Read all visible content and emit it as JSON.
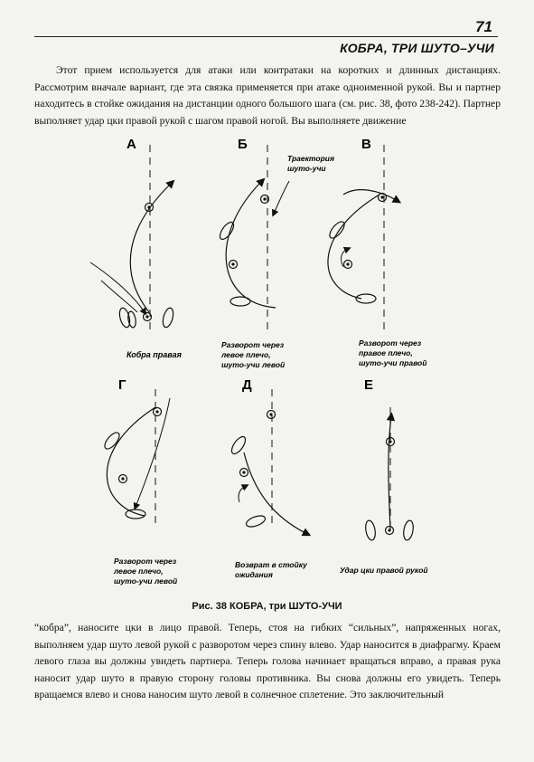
{
  "page_number": "71",
  "section_title": "КОБРА, ТРИ ШУТО–УЧИ",
  "paragraph_top": "Этот прием используется для атаки или контратаки на коротких и длинных дистанциях. Рассмотрим вначале вариант, где эта связка применяется при атаке одноименной рукой. Вы и партнер находитесь в стойке ожидания на дистанции одного большого шага (см. рис. 38, фото 238-242). Партнер выполняет удар цки правой рукой с шагом правой ногой. Вы выполняете движение",
  "figure": {
    "panels": [
      {
        "letter": "А",
        "label_lines": [
          "Кобра правая"
        ]
      },
      {
        "letter": "Б",
        "label_lines": [
          "Разворот через",
          "левое плечо,",
          "шуто-учи левой"
        ],
        "note_lines": [
          "Траектория",
          "шуто-учи"
        ]
      },
      {
        "letter": "В",
        "label_lines": [
          "Разворот через",
          "правое плечо,",
          "шуто-учи правой"
        ]
      },
      {
        "letter": "Г",
        "label_lines": [
          "Разворот через",
          "левое плечо,",
          "шуто-учи левой"
        ]
      },
      {
        "letter": "Д",
        "label_lines": [
          "Возврат в стойку",
          "ожидания"
        ]
      },
      {
        "letter": "Е",
        "label_lines": [
          "Удар цки правой рукой"
        ]
      }
    ],
    "caption": "Рис. 38 КОБРА, три ШУТО-УЧИ"
  },
  "paragraph_bottom": "“кобра”, наносите цки в лицо правой. Теперь, стоя на гибких “сильных”, напряженных ногах, выполняем удар шуто левой рукой с разворотом через спину влево. Удар наносится в диафрагму. Краем левого глаза вы должны увидеть партнера. Теперь голова начинает вращаться вправо, а правая рука наносит удар шуто в правую сторону головы противника. Вы снова должны его увидеть. Теперь вращаемся влево и снова наносим шуто левой в солнечное сплетение. Это заключительный"
}
